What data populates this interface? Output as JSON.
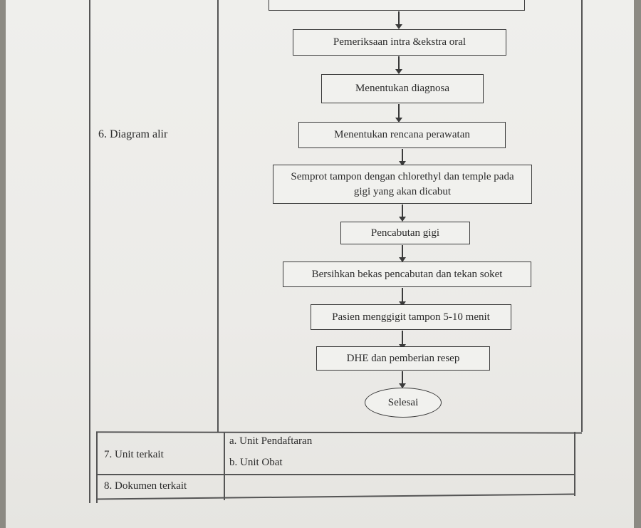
{
  "section6": {
    "label": "6. Diagram alir"
  },
  "flowchart": {
    "steps": [
      "Pemeriksaan intra &ekstra oral",
      "Menentukan diagnosa",
      "Menentukan rencana perawatan",
      "Semprot tampon dengan  chlorethyl dan temple pada gigi yang akan dicabut",
      "Pencabutan gigi",
      "Bersihkan bekas pencabutan dan tekan soket",
      "Pasien menggigit tampon 5-10 menit",
      "DHE dan pemberian resep"
    ],
    "end": "Selesai"
  },
  "section7": {
    "label": "7. Unit terkait",
    "items": [
      "a. Unit Pendaftaran",
      "b. Unit Obat"
    ]
  },
  "section8": {
    "label": "8. Dokumen  terkait",
    "value": ""
  }
}
